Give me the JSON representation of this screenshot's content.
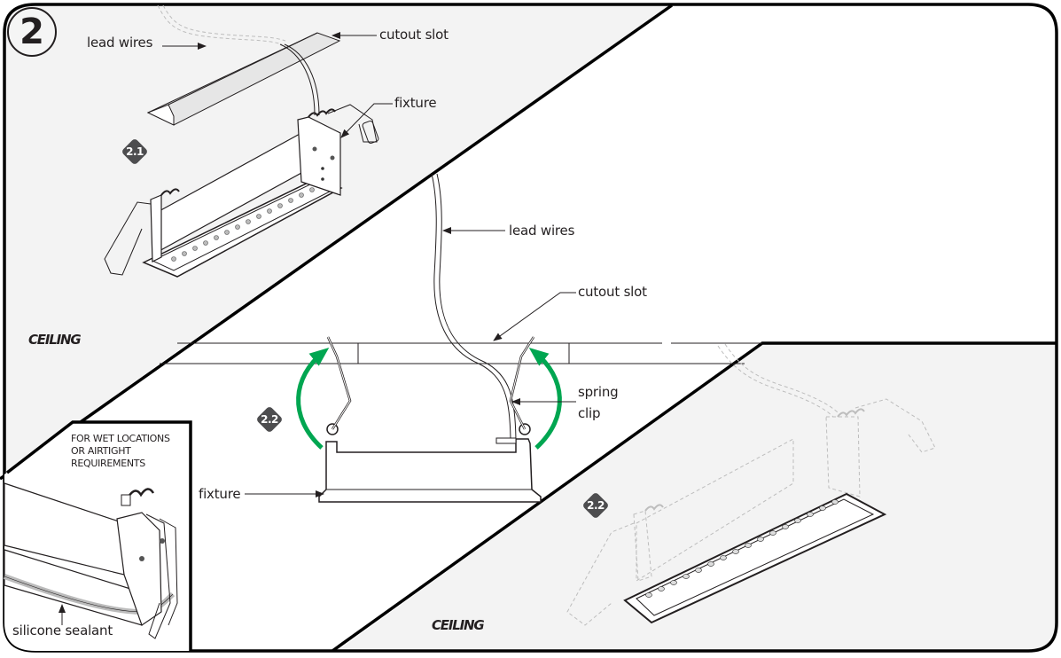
{
  "step": {
    "number": "2"
  },
  "colors": {
    "panel_gray": "#f3f3f3",
    "outline": "#000000",
    "text": "#231f20",
    "badge": "#4d4d4f",
    "arrow_green": "#00a651",
    "ghost_lines": "#bdbdbd"
  },
  "panel_2_1": {
    "badge": "2.1",
    "labels": {
      "lead_wires": "lead wires",
      "cutout_slot": "cutout slot",
      "fixture": "fixture"
    },
    "ceiling": "CEILING"
  },
  "panel_center": {
    "badge": "2.2",
    "labels": {
      "lead_wires": "lead wires",
      "cutout_slot": "cutout slot",
      "spring_clip": "spring clip",
      "spring_clip_line1": "spring",
      "spring_clip_line2": "clip",
      "fixture": "fixture"
    }
  },
  "panel_2_2_right": {
    "badge": "2.2",
    "ceiling": "CEILING"
  },
  "inset_wet": {
    "note_lines": [
      "FOR WET LOCATIONS",
      "OR AIRTIGHT",
      "REQUIREMENTS"
    ],
    "label": "silicone sealant"
  }
}
